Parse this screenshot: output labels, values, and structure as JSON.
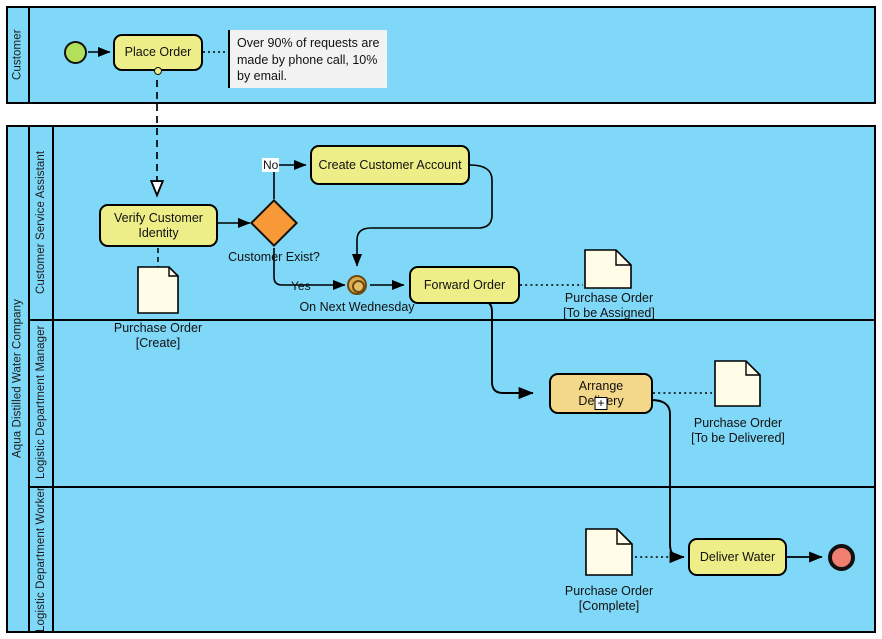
{
  "diagram": {
    "type": "bpmn-collaboration",
    "colors": {
      "pool_fill": "#7fd8f7",
      "task_fill": "#eeee88",
      "subprocess_fill": "#f2d888",
      "gateway_fill": "#f79937",
      "start_event_fill": "#b3e05a",
      "end_event_fill": "#f07f72",
      "timer_event_fill": "#dca94e",
      "data_object_fill": "#fffde8",
      "annotation_fill": "#f2f2f2",
      "stroke": "#000000"
    }
  },
  "pools": [
    {
      "id": "customer",
      "label": "Customer"
    },
    {
      "id": "company",
      "label": "Aqua Distilled Water Company"
    }
  ],
  "lanes": [
    {
      "id": "csa",
      "label": "Customer Service Assistant"
    },
    {
      "id": "ldm",
      "label": "Logistic Department Manager"
    },
    {
      "id": "ldw",
      "label": "Logistic Department Worker"
    }
  ],
  "events": [
    {
      "id": "start",
      "kind": "start-event",
      "label": ""
    },
    {
      "id": "timer",
      "kind": "intermediate-timer-event",
      "label": "On Next Wednesday"
    },
    {
      "id": "end",
      "kind": "end-event",
      "label": ""
    }
  ],
  "tasks": [
    {
      "id": "place-order",
      "label": "Place Order",
      "lane": "customer"
    },
    {
      "id": "verify-customer-identity",
      "label": "Verify Customer Identity",
      "lane": "csa"
    },
    {
      "id": "create-customer-account",
      "label": "Create Customer Account",
      "lane": "csa"
    },
    {
      "id": "forward-order",
      "label": "Forward Order",
      "lane": "csa"
    },
    {
      "id": "arrange-delivery",
      "label": "Arrange Delivery",
      "lane": "ldm",
      "marker": "+"
    },
    {
      "id": "deliver-water",
      "label": "Deliver Water",
      "lane": "ldw"
    }
  ],
  "gateways": [
    {
      "id": "customer-exist",
      "label": "Customer Exist?",
      "kind": "exclusive-gateway"
    }
  ],
  "flow_labels": [
    {
      "id": "no",
      "text": "No"
    },
    {
      "id": "yes",
      "text": "Yes"
    }
  ],
  "data_objects": [
    {
      "id": "po-create",
      "name": "Purchase Order",
      "state": "[Create]"
    },
    {
      "id": "po-assigned",
      "name": "Purchase Order",
      "state": "[To be Assigned]"
    },
    {
      "id": "po-delivered",
      "name": "Purchase Order",
      "state": "[To be Delivered]"
    },
    {
      "id": "po-complete",
      "name": "Purchase Order",
      "state": "[Complete]"
    }
  ],
  "annotations": [
    {
      "id": "requests-note",
      "text": "Over 90% of requests are made by phone call, 10% by email."
    }
  ]
}
